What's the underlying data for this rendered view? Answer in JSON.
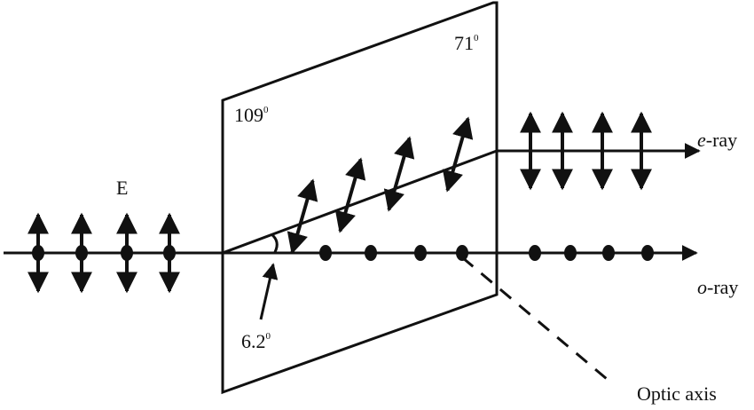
{
  "labels": {
    "field": "E",
    "angle_top_left": "109",
    "angle_top_right": "71",
    "angle_split": "6.2",
    "degree_mark": "0",
    "e_ray_prefix": "e",
    "e_ray_suffix": "-ray",
    "o_ray_prefix": "o",
    "o_ray_suffix": "-ray",
    "optic_axis": "Optic axis"
  },
  "colors": {
    "ink": "#111111",
    "background": "#ffffff"
  }
}
